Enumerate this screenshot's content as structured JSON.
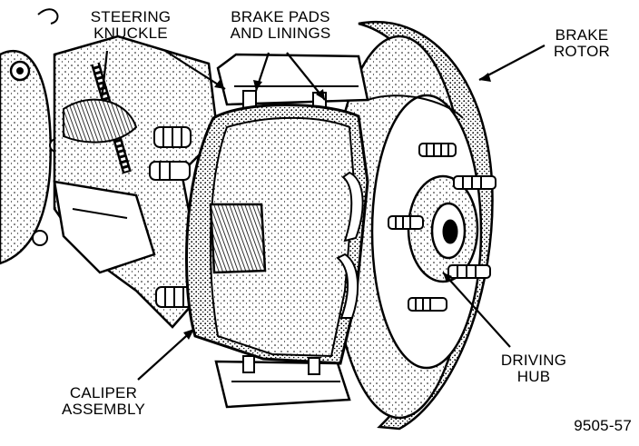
{
  "labels": {
    "steering_knuckle": [
      "STEERING",
      "KNUCKLE"
    ],
    "brake_pads": [
      "BRAKE PADS",
      "AND LININGS"
    ],
    "brake_rotor": [
      "BRAKE",
      "ROTOR"
    ],
    "driving_hub": [
      "DRIVING",
      "HUB"
    ],
    "caliper_assembly": [
      "CALIPER",
      "ASSEMBLY"
    ],
    "figure_id": "9505-57"
  }
}
